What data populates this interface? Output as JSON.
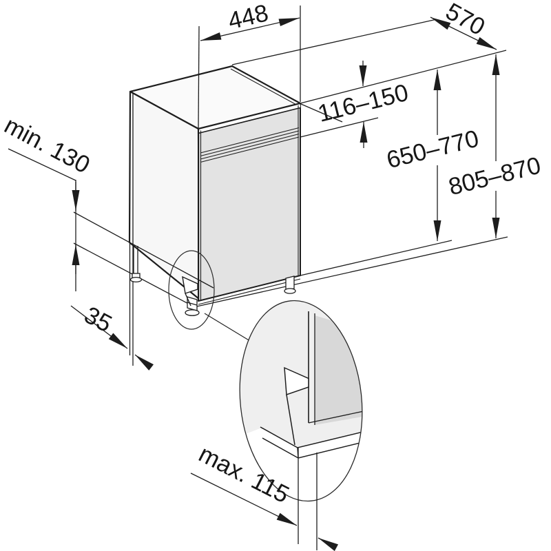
{
  "diagram": {
    "type": "appliance-installation-dimension-drawing",
    "unit_labels": {
      "width": "448",
      "depth": "570",
      "control_panel_height": "116–150",
      "door_height": "650–770",
      "total_height": "805–870",
      "plinth_niche_min": "min. 130",
      "side_panel_gap": "35",
      "plinth_recess_max": "max. 115"
    }
  }
}
